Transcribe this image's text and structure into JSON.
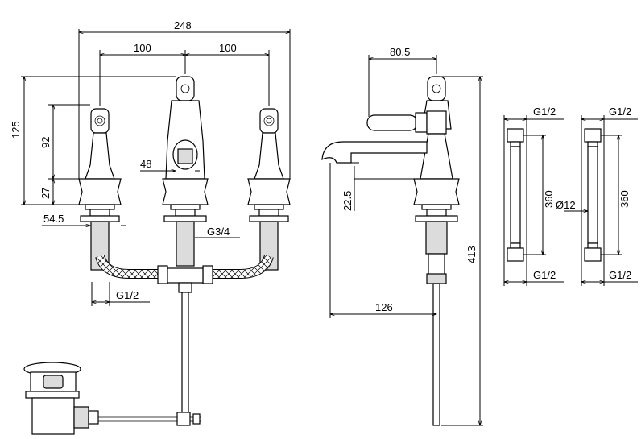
{
  "dimensions": {
    "overall_width": "248",
    "center_left": "100",
    "center_right": "100",
    "height_total": "125",
    "height_handle": "92",
    "base_height": "27",
    "flange_width": "54.5",
    "spout_clearance": "48",
    "outlet_thread": "G3/4",
    "inlet_thread": "G1/2",
    "handle_offset": "80.5",
    "spout_offset": "22.5",
    "spout_reach": "126",
    "overall_height": "413",
    "hose_a_top": "G1/2",
    "hose_a_bottom": "G1/2",
    "hose_a_length": "360",
    "hose_b_top": "G1/2",
    "hose_b_bottom": "G1/2",
    "hose_b_length": "360",
    "hose_diameter": "Ø12"
  }
}
